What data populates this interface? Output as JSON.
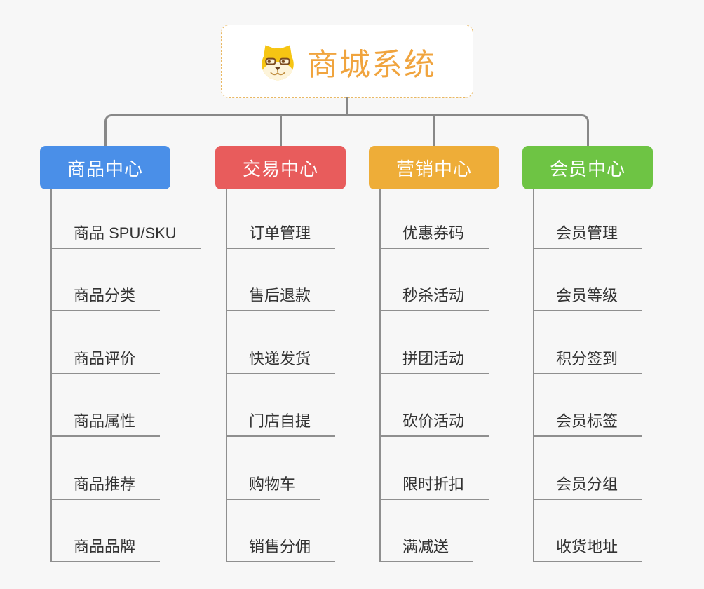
{
  "root": {
    "title": "商城系统",
    "icon": "doge-icon"
  },
  "branches": [
    {
      "label": "商品中心",
      "color": "#4a8fe8",
      "children": [
        "商品 SPU/SKU",
        "商品分类",
        "商品评价",
        "商品属性",
        "商品推荐",
        "商品品牌"
      ]
    },
    {
      "label": "交易中心",
      "color": "#e85c5c",
      "children": [
        "订单管理",
        "售后退款",
        "快递发货",
        "门店自提",
        "购物车",
        "销售分佣"
      ]
    },
    {
      "label": "营销中心",
      "color": "#eead38",
      "children": [
        "优惠券码",
        "秒杀活动",
        "拼团活动",
        "砍价活动",
        "限时折扣",
        "满减送"
      ]
    },
    {
      "label": "会员中心",
      "color": "#6ec444",
      "children": [
        "会员管理",
        "会员等级",
        "积分签到",
        "会员标签",
        "会员分组",
        "收货地址"
      ]
    }
  ],
  "colors": {
    "connector": "#888888",
    "underline": "#8f8f8f",
    "root_text": "#f0a43e",
    "root_border": "#e9b863",
    "background": "#f7f7f7",
    "child_text": "#333333"
  }
}
